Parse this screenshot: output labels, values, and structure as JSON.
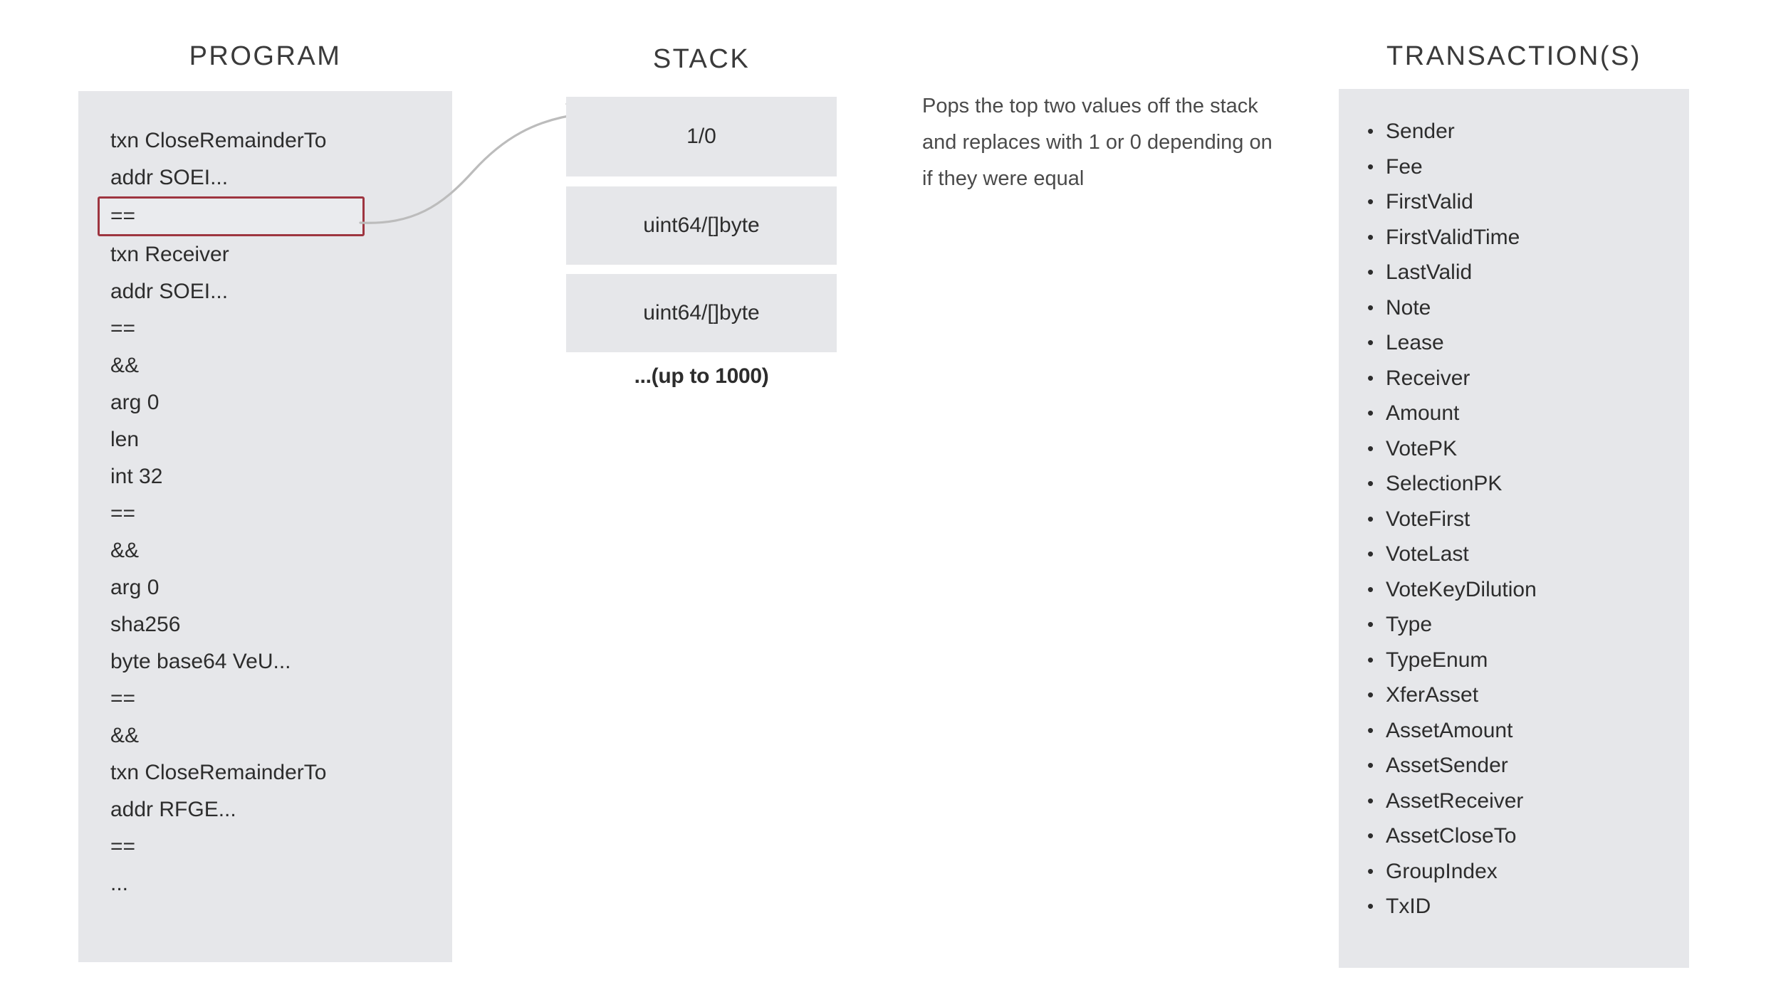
{
  "columns": {
    "program": {
      "heading": "PROGRAM",
      "lines": [
        {
          "text": "txn CloseRemainderTo",
          "highlighted": false
        },
        {
          "text": "addr SOEI...",
          "highlighted": false
        },
        {
          "text": "==",
          "highlighted": true
        },
        {
          "text": "txn Receiver",
          "highlighted": false
        },
        {
          "text": "addr SOEI...",
          "highlighted": false
        },
        {
          "text": "==",
          "highlighted": false
        },
        {
          "text": "&&",
          "highlighted": false
        },
        {
          "text": "arg 0",
          "highlighted": false
        },
        {
          "text": "len",
          "highlighted": false
        },
        {
          "text": "int 32",
          "highlighted": false
        },
        {
          "text": "==",
          "highlighted": false
        },
        {
          "text": "&&",
          "highlighted": false
        },
        {
          "text": "arg 0",
          "highlighted": false
        },
        {
          "text": "sha256",
          "highlighted": false
        },
        {
          "text": "byte base64 VeU...",
          "highlighted": false
        },
        {
          "text": "==",
          "highlighted": false
        },
        {
          "text": "&&",
          "highlighted": false
        },
        {
          "text": "txn CloseRemainderTo",
          "highlighted": false
        },
        {
          "text": "addr RFGE...",
          "highlighted": false
        },
        {
          "text": "==",
          "highlighted": false
        },
        {
          "text": "...",
          "highlighted": false
        }
      ]
    },
    "stack": {
      "heading": "STACK",
      "cells": [
        {
          "label": "1/0"
        },
        {
          "label": "uint64/[]byte"
        },
        {
          "label": "uint64/[]byte"
        }
      ],
      "footnote": "...(up to 1000)"
    },
    "transactions": {
      "heading": "TRANSACTION(S)",
      "fields": [
        "Sender",
        "Fee",
        "FirstValid",
        "FirstValidTime",
        "LastValid",
        "Note",
        "Lease",
        "Receiver",
        "Amount",
        "VotePK",
        "SelectionPK",
        "VoteFirst",
        "VoteLast",
        "VoteKeyDilution",
        "Type",
        "TypeEnum",
        "XferAsset",
        "AssetAmount",
        "AssetSender",
        "AssetReceiver",
        "AssetCloseTo",
        "GroupIndex",
        "TxID"
      ]
    }
  },
  "annotation": {
    "description": "Pops the top two values off the stack and replaces with 1 or 0 depending on if they were equal"
  },
  "colors": {
    "background": "#ffffff",
    "panel": "#e6e7ea",
    "highlight_border": "#9e3540",
    "text": "#2d2d2d",
    "heading_text": "#3a3a3a",
    "annotation_text": "#4a4a4a",
    "arrow": "#b9b9b9"
  }
}
